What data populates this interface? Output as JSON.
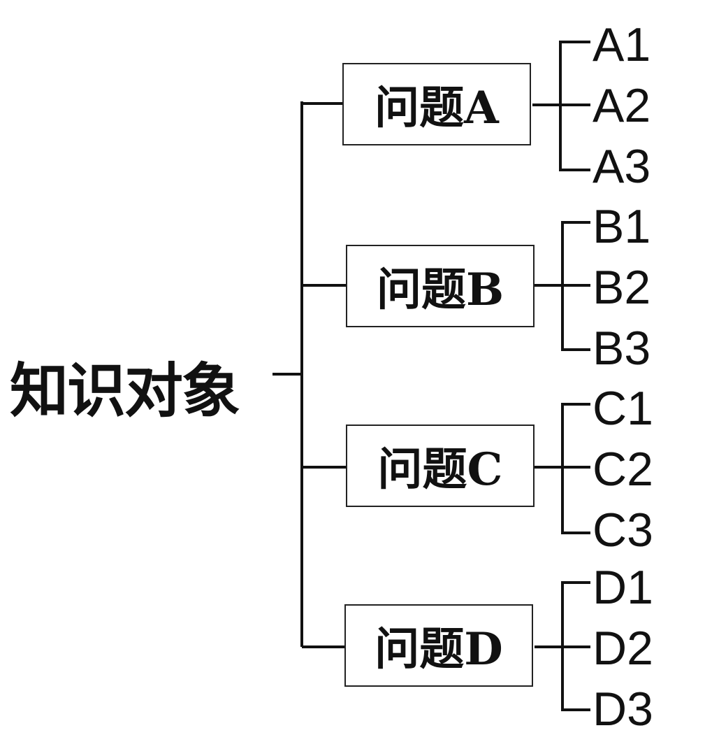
{
  "root": {
    "label": "知识对象"
  },
  "questions": [
    {
      "label": "问题A",
      "items": [
        "A1",
        "A2",
        "A3"
      ]
    },
    {
      "label": "问题B",
      "items": [
        "B1",
        "B2",
        "B3"
      ]
    },
    {
      "label": "问题C",
      "items": [
        "C1",
        "C2",
        "C3"
      ]
    },
    {
      "label": "问题D",
      "items": [
        "D1",
        "D2",
        "D3"
      ]
    }
  ]
}
